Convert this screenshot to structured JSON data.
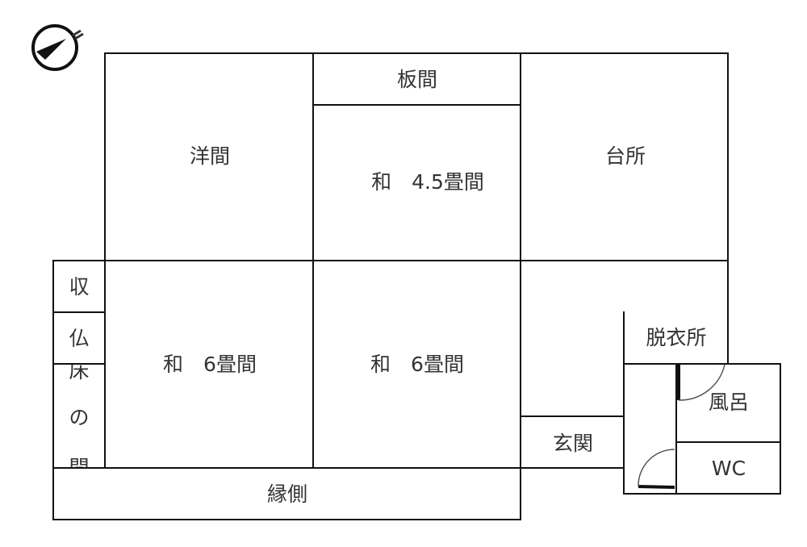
{
  "rooms": {
    "itama": "板間",
    "youma": "洋間",
    "wa45": "和　4.5畳間",
    "daidokoro": "台所",
    "shu": "収",
    "butsu": "仏",
    "toko1": "床",
    "toko2": "の",
    "toko3": "間",
    "wa6_left": "和　6畳間",
    "wa6_right": "和　6畳間",
    "datsuijo": "脱衣所",
    "furo": "風呂",
    "genkan": "玄関",
    "wc": "WC",
    "engawa": "縁側"
  },
  "compass": {
    "icon": "north-arrow-compass-icon",
    "direction": "north-east"
  }
}
